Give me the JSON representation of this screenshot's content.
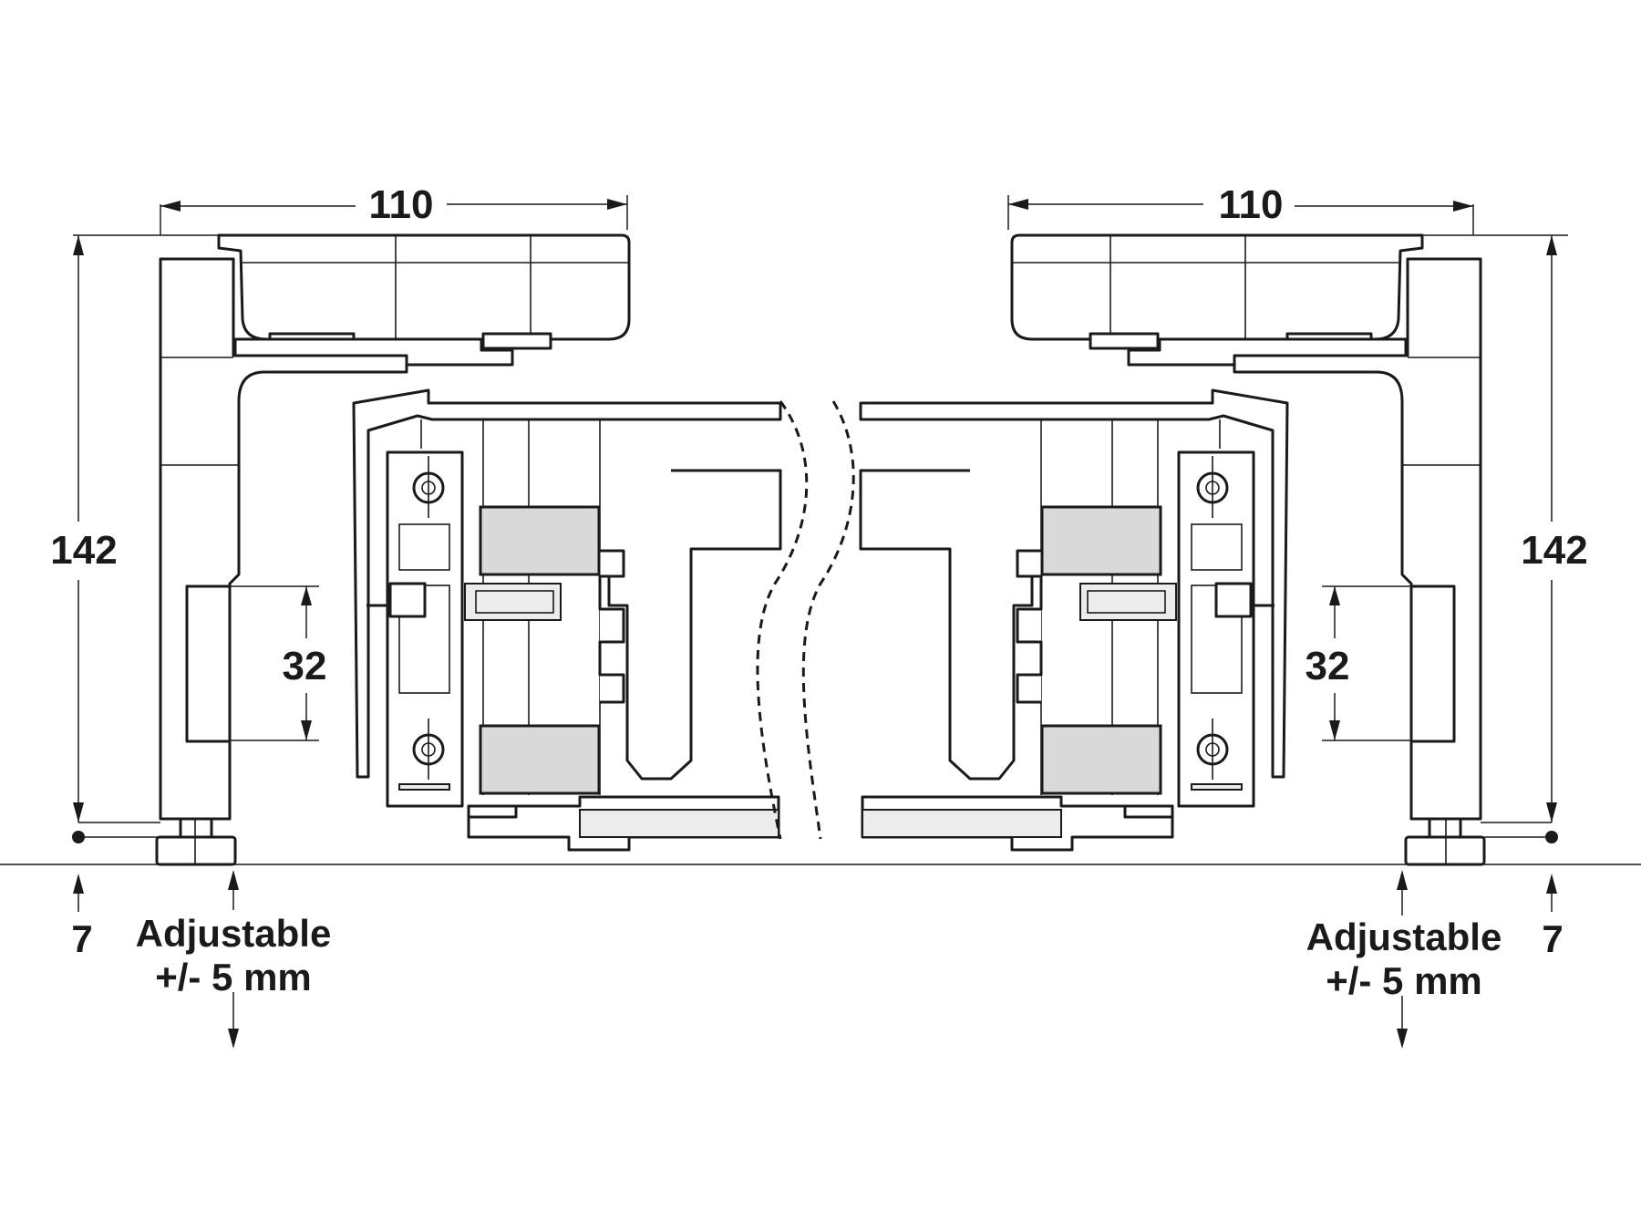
{
  "dimensions": {
    "top_width_left": "110",
    "top_width_right": "110",
    "height_left": "142",
    "height_right": "142",
    "hole_spacing_left": "32",
    "hole_spacing_right": "32",
    "foot_height_left": "7",
    "foot_height_right": "7"
  },
  "notes": {
    "left_adjust_line1": "Adjustable",
    "left_adjust_line2": "+/- 5 mm",
    "right_adjust_line1": "Adjustable",
    "right_adjust_line2": "+/- 5 mm"
  }
}
